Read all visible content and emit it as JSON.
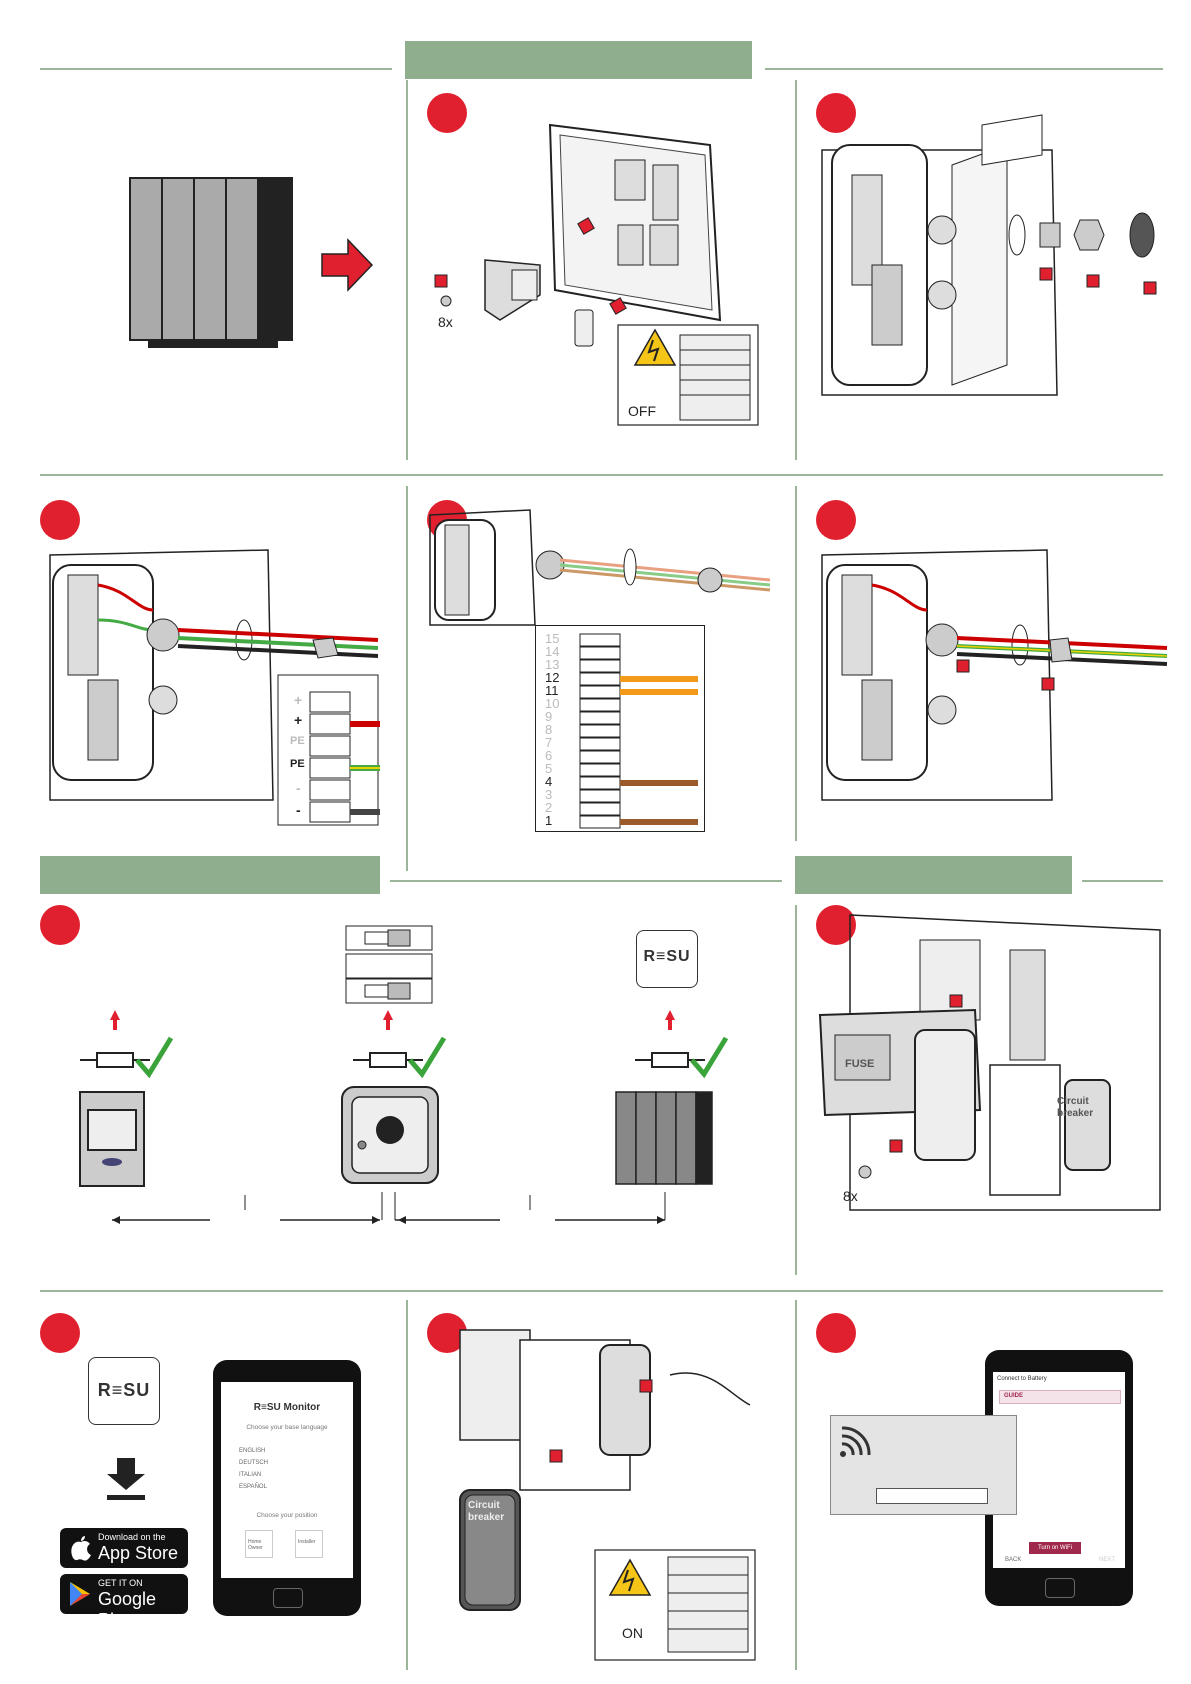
{
  "step_dots": 10,
  "qty_left": "8x",
  "qty_right": "8x",
  "off_label": "OFF",
  "on_label": "ON",
  "fuse_label": "FUSE",
  "circuit_breaker_label": "Circuit breaker",
  "resu_logo": "R≡SU",
  "terminal": {
    "labels": [
      "15",
      "14",
      "13",
      "12",
      "11",
      "10",
      "9",
      "8",
      "7",
      "6",
      "5",
      "4",
      "3",
      "2",
      "1"
    ],
    "active": [
      "12",
      "11",
      "4",
      "1"
    ]
  },
  "polarity": [
    "+",
    "+",
    "PE",
    "PE",
    "-",
    "-"
  ],
  "app_store": {
    "small": "Download on the",
    "big": "App Store"
  },
  "google_play": {
    "small": "GET IT ON",
    "big": "Google Play"
  },
  "phone_app": {
    "title": "R≡SU Monitor",
    "subtitle": "Choose your base language",
    "languages": [
      "ENGLISH",
      "DEUTSCH",
      "ITALIAN",
      "ESPAÑOL"
    ],
    "position_label": "Choose your position",
    "options": [
      "Home Owner",
      "Installer"
    ]
  },
  "phone_connect": {
    "title": "Connect to Battery",
    "guide": "GUIDE",
    "button": "Turn on WiFi",
    "back": "BACK",
    "next": "NEXT"
  },
  "colors": {
    "accent_red": "#e0202e",
    "band_green": "#8fae8e",
    "line_green": "#9bb59a",
    "check_green": "#3aa33a"
  }
}
